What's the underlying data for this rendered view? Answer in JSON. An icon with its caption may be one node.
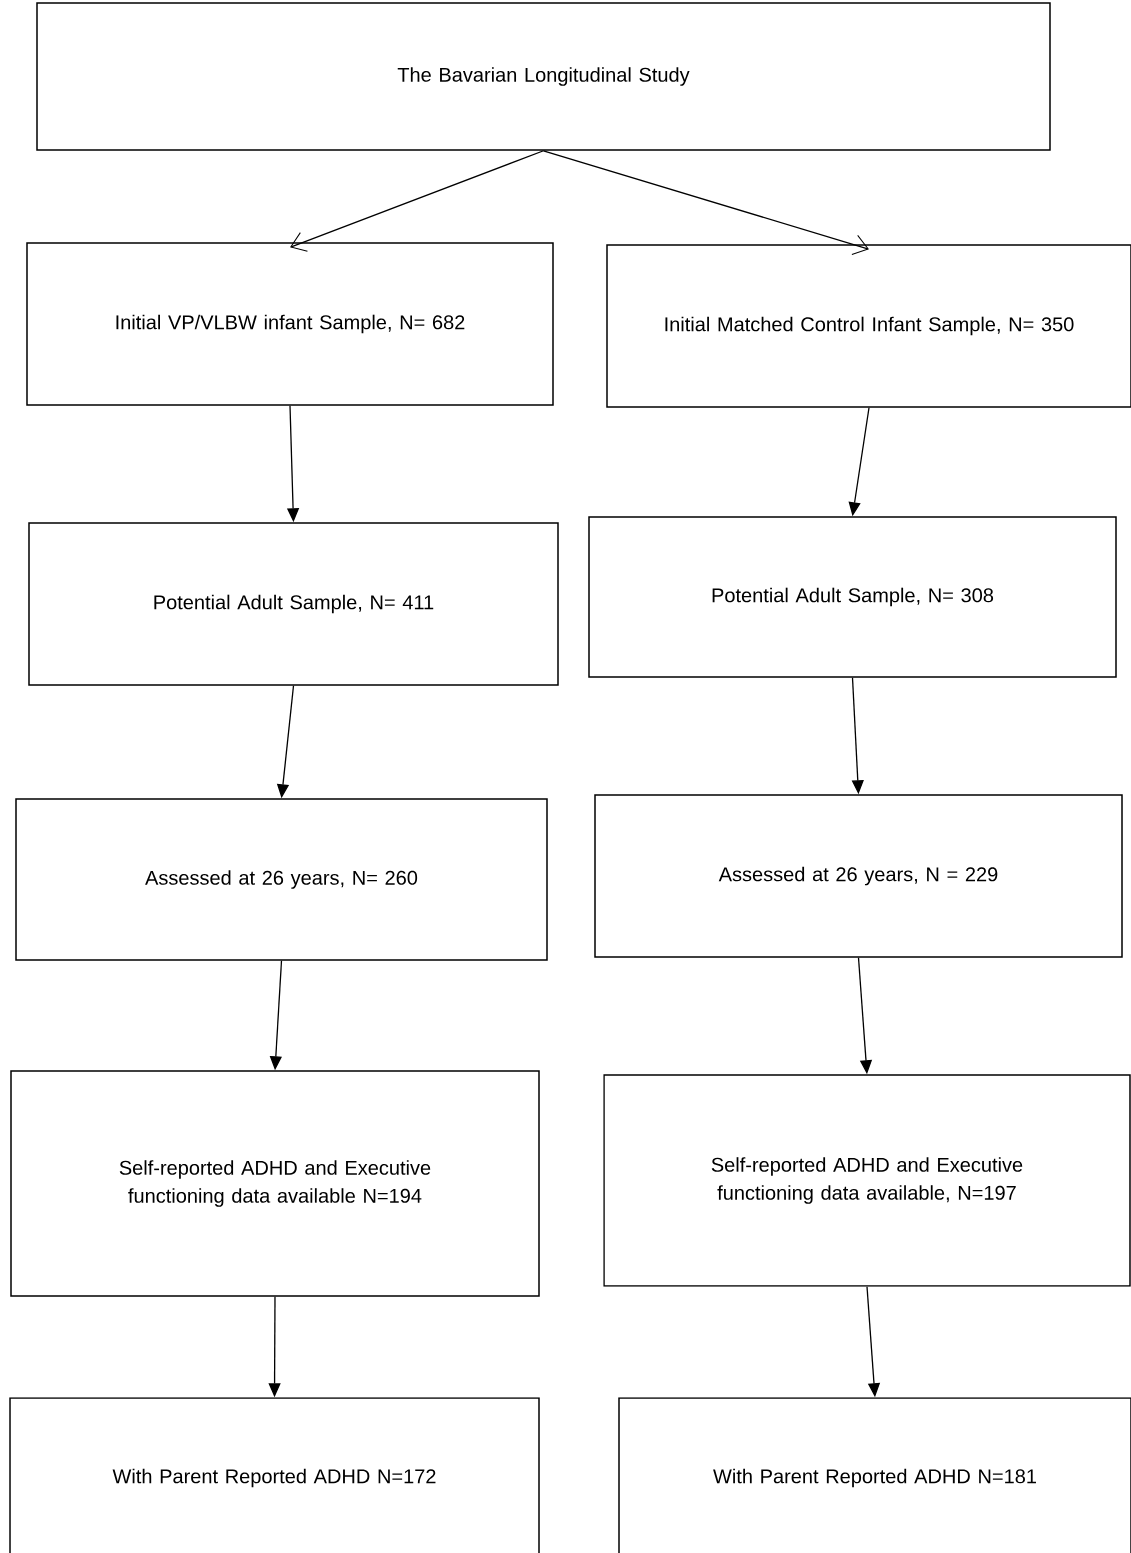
{
  "diagram": {
    "nodes": [
      {
        "text": [
          "The Bavarian Longitudinal Study"
        ]
      },
      {
        "text": [
          "Initial VP/VLBW infant Sample, N= 682"
        ]
      },
      {
        "text": [
          "Initial Matched Control Infant Sample, N= 350"
        ]
      },
      {
        "text": [
          "Potential Adult Sample, N= 411"
        ]
      },
      {
        "text": [
          "Potential Adult Sample, N= 308"
        ]
      },
      {
        "text": [
          "Assessed at 26 years, N= 260"
        ]
      },
      {
        "text": [
          "Assessed at 26 years, N = 229"
        ]
      },
      {
        "text": [
          "Self-reported ADHD and Executive functioning data available N=194"
        ]
      },
      {
        "text": [
          "Self-reported ADHD and Executive functioning data available, N=197"
        ]
      },
      {
        "text": [
          "With Parent Reported ADHD N=172"
        ]
      },
      {
        "text": [
          "With Parent Reported ADHD N=181"
        ]
      }
    ],
    "edges": [
      {
        "from": 0,
        "to": 1,
        "arrow": "to"
      },
      {
        "from": 0,
        "to": 2,
        "arrow": "to"
      },
      {
        "from": 1,
        "to": 3,
        "arrow": "to"
      },
      {
        "from": 2,
        "to": 4,
        "arrow": "to"
      },
      {
        "from": 3,
        "to": 5,
        "arrow": "to"
      },
      {
        "from": 4,
        "to": 6,
        "arrow": "to"
      },
      {
        "from": 5,
        "to": 7,
        "arrow": "to"
      },
      {
        "from": 6,
        "to": 8,
        "arrow": "to"
      },
      {
        "from": 7,
        "to": 9,
        "arrow": "to"
      },
      {
        "from": 8,
        "to": 10,
        "arrow": "to"
      }
    ]
  }
}
